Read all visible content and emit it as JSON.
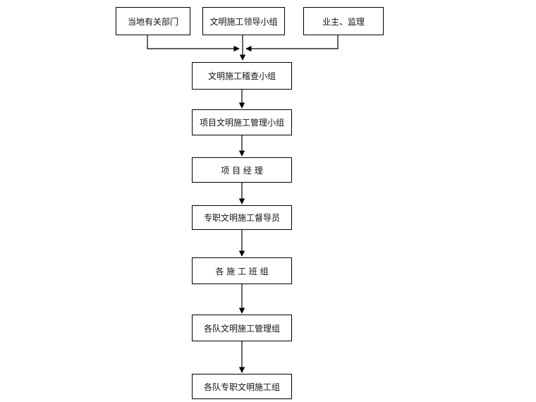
{
  "flowchart": {
    "top_row": [
      {
        "id": "local-departments",
        "label": "当地有关部门"
      },
      {
        "id": "civilized-construction-leading-group",
        "label": "文明施工领导小组"
      },
      {
        "id": "owner-supervision",
        "label": "业主、监理"
      }
    ],
    "chain": [
      {
        "id": "civilized-construction-inspection-group",
        "label": "文明施工稽查小组"
      },
      {
        "id": "project-civilized-construction-management-group",
        "label": "项目文明施工管理小组"
      },
      {
        "id": "project-manager",
        "label": "项 目 经 理"
      },
      {
        "id": "full-time-civilized-construction-supervisor",
        "label": "专职文明施工督导员"
      },
      {
        "id": "construction-teams",
        "label": "各 施 工 班 组"
      },
      {
        "id": "team-civilized-construction-management-group",
        "label": "各队文明施工管理组"
      },
      {
        "id": "team-full-time-civilized-construction-group",
        "label": "各队专职文明施工组"
      }
    ]
  }
}
